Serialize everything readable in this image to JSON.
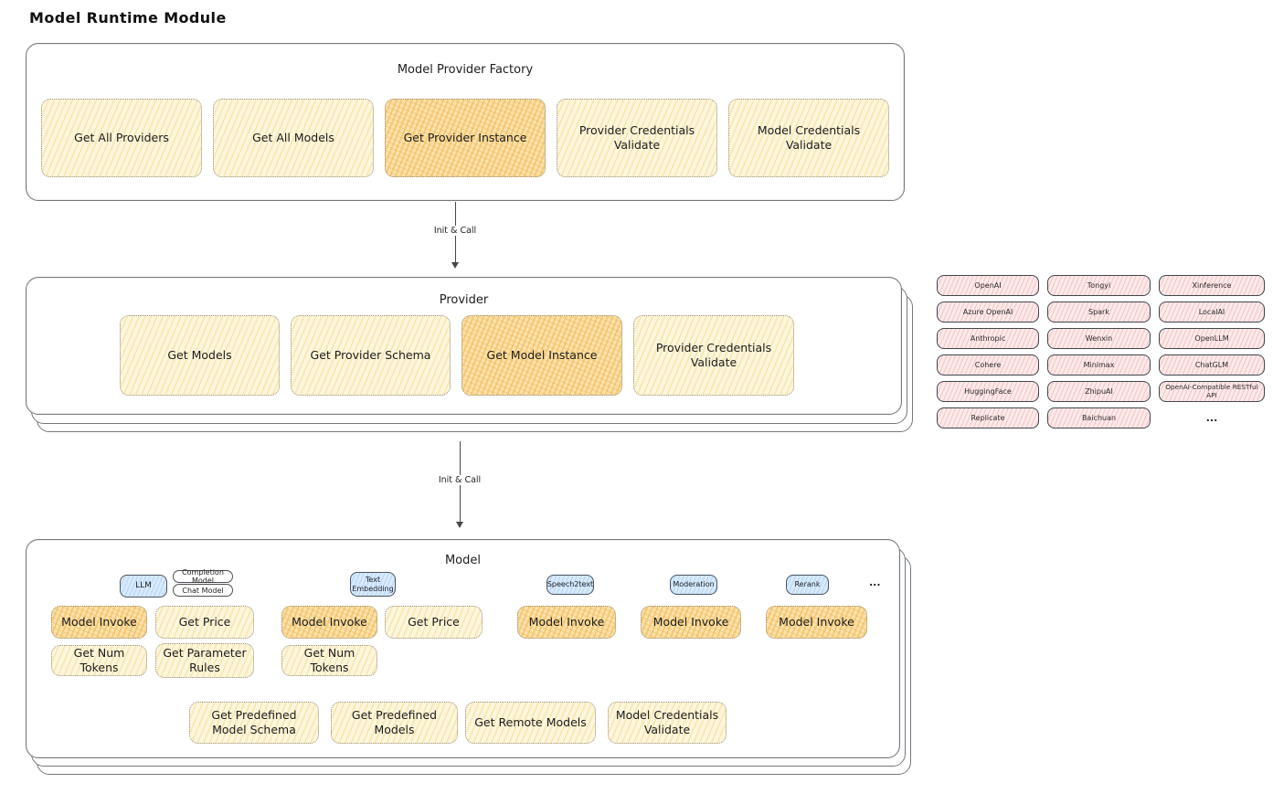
{
  "title": "Model Runtime Module",
  "arrow_labels": [
    "Init & Call",
    "Init & Call"
  ],
  "factory": {
    "title": "Model Provider Factory",
    "ops": [
      "Get All Providers",
      "Get All Models",
      "Get Provider Instance",
      "Provider Credentials Validate",
      "Model Credentials Validate"
    ]
  },
  "provider": {
    "title": "Provider",
    "ops": [
      "Get Models",
      "Get Provider Schema",
      "Get Model Instance",
      "Provider Credentials Validate"
    ]
  },
  "providers_grid": {
    "columns": [
      [
        "OpenAI",
        "Azure OpenAI",
        "Anthropic",
        "Cohere",
        "HuggingFace",
        "Replicate"
      ],
      [
        "Tongyi",
        "Spark",
        "Wenxin",
        "Minimax",
        "ZhipuAI",
        "Baichuan"
      ],
      [
        "Xinference",
        "LocalAI",
        "OpenLLM",
        "ChatGLM",
        "OpenAI-Compatible RESTful API"
      ]
    ],
    "more": "..."
  },
  "model": {
    "title": "Model",
    "llm": {
      "tag": "LLM",
      "subtags": [
        "Completion Model",
        "Chat Model"
      ],
      "invoke": "Model Invoke",
      "price": "Get Price",
      "tokens": "Get Num Tokens",
      "rules": "Get Parameter Rules"
    },
    "text_embedding": {
      "tag": "Text Embedding",
      "invoke": "Model Invoke",
      "price": "Get Price",
      "tokens": "Get Num Tokens"
    },
    "speech2text": {
      "tag": "Speech2text",
      "invoke": "Model Invoke"
    },
    "moderation": {
      "tag": "Moderation",
      "invoke": "Model Invoke"
    },
    "rerank": {
      "tag": "Rerank",
      "invoke": "Model Invoke"
    },
    "types_more": "...",
    "bottom": [
      "Get Predefined Model Schema",
      "Get Predefined Models",
      "Get Remote Models",
      "Model Credentials Validate"
    ]
  },
  "colors": {
    "op_fill": "#fcf6dd",
    "op_highlight": "#f9e2ad",
    "provider_chip": "#fceaea",
    "type_tag": "#daeafa",
    "stroke": "#1b1b1b"
  }
}
